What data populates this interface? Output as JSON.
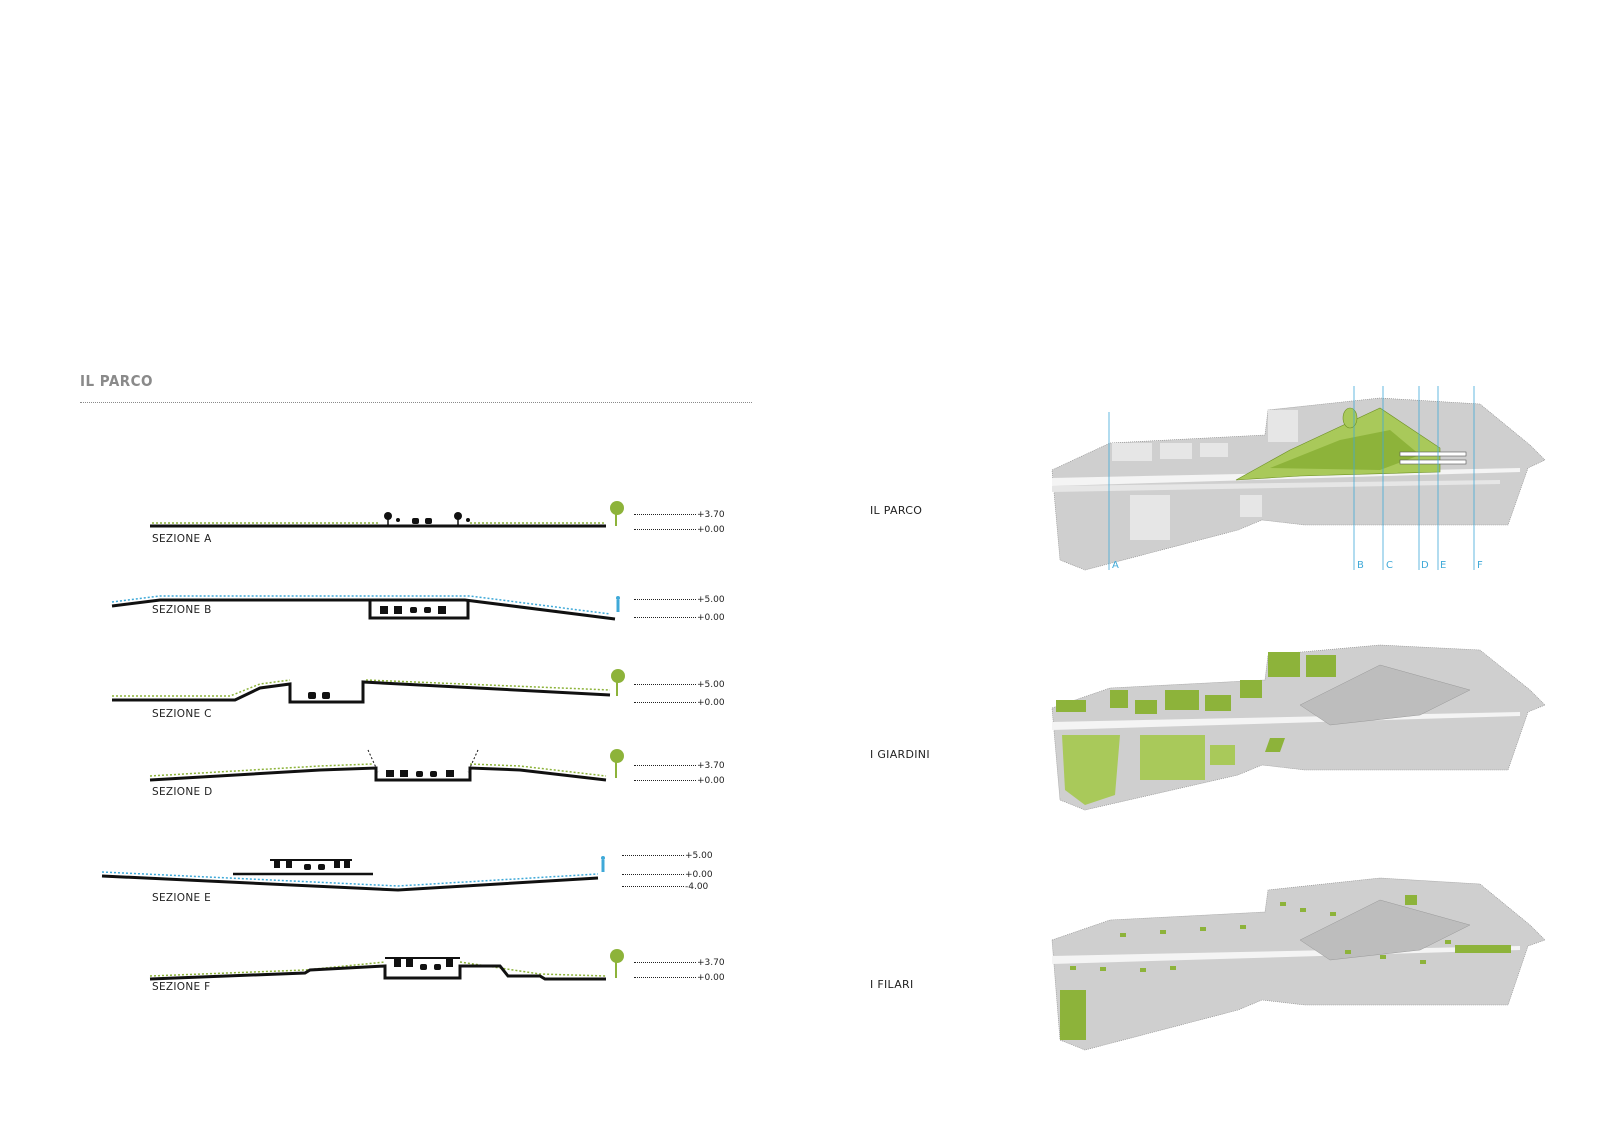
{
  "header": {
    "title": "IL PARCO"
  },
  "sections": [
    {
      "label": "SEZIONE A",
      "levels": [
        "+3.70",
        "+0.00"
      ]
    },
    {
      "label": "SEZIONE B",
      "levels": [
        "+5.00",
        "+0.00"
      ]
    },
    {
      "label": "SEZIONE C",
      "levels": [
        "+5.00",
        "+0.00"
      ]
    },
    {
      "label": "SEZIONE D",
      "levels": [
        "+3.70",
        "+0.00"
      ]
    },
    {
      "label": "SEZIONE E",
      "levels": [
        "+5.00",
        "+0.00",
        "-4.00"
      ]
    },
    {
      "label": "SEZIONE F",
      "levels": [
        "+3.70",
        "+0.00"
      ]
    }
  ],
  "plans": [
    {
      "label": "IL PARCO",
      "cut_lines": [
        "A",
        "B",
        "C",
        "D",
        "E",
        "F"
      ]
    },
    {
      "label": "I GIARDINI"
    },
    {
      "label": "I FILARI"
    }
  ],
  "colors": {
    "green": "#8db33a",
    "cyan": "#3fa9d8",
    "ground": "#111111",
    "plan_grey": "#cfcfcf",
    "plan_light": "#e6e6e6"
  }
}
